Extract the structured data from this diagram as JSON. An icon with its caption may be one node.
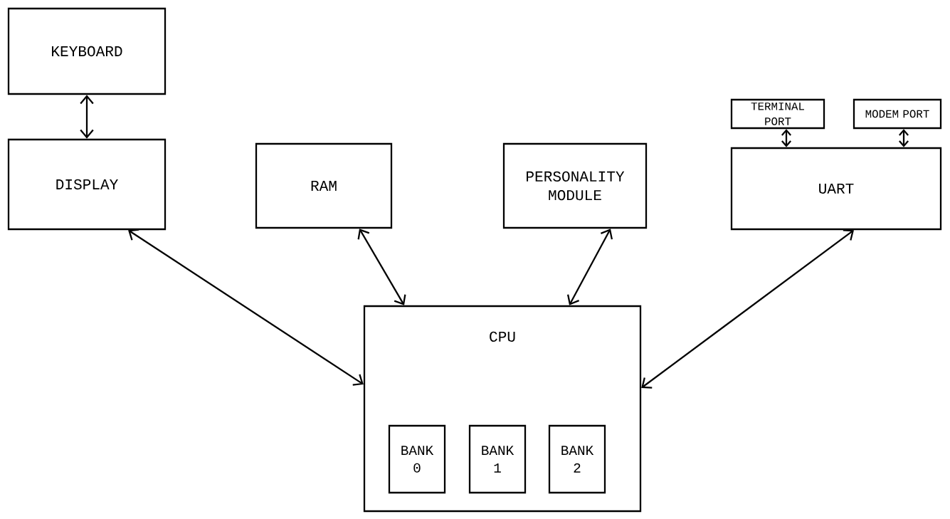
{
  "diagram": {
    "nodes": [
      {
        "text": [
          "KEYBOARD"
        ]
      },
      {
        "text": [
          "DISPLAY"
        ]
      },
      {
        "text": [
          "RAM"
        ]
      },
      {
        "text": [
          "PERSONALITY MODULE"
        ]
      },
      {
        "text": [
          "TERMINAL PORT"
        ]
      },
      {
        "text": [
          "MODEM PORT"
        ]
      },
      {
        "text": [
          "UART"
        ]
      },
      {
        "text": [
          "CPU"
        ]
      },
      {
        "text": [
          "BANK 0"
        ],
        "in": 7
      },
      {
        "text": [
          "BANK 1"
        ],
        "in": 7
      },
      {
        "text": [
          "BANK 2"
        ],
        "in": 7
      }
    ],
    "edges": [
      {
        "from": 0,
        "to": 1,
        "arrow": "both"
      },
      {
        "from": 4,
        "to": 6,
        "arrow": "both"
      },
      {
        "from": 5,
        "to": 6,
        "arrow": "both"
      },
      {
        "from": 1,
        "to": 7,
        "arrow": "both"
      },
      {
        "from": 2,
        "to": 7,
        "arrow": "both"
      },
      {
        "from": 3,
        "to": 7,
        "arrow": "both"
      },
      {
        "from": 6,
        "to": 7,
        "arrow": "both"
      }
    ]
  }
}
